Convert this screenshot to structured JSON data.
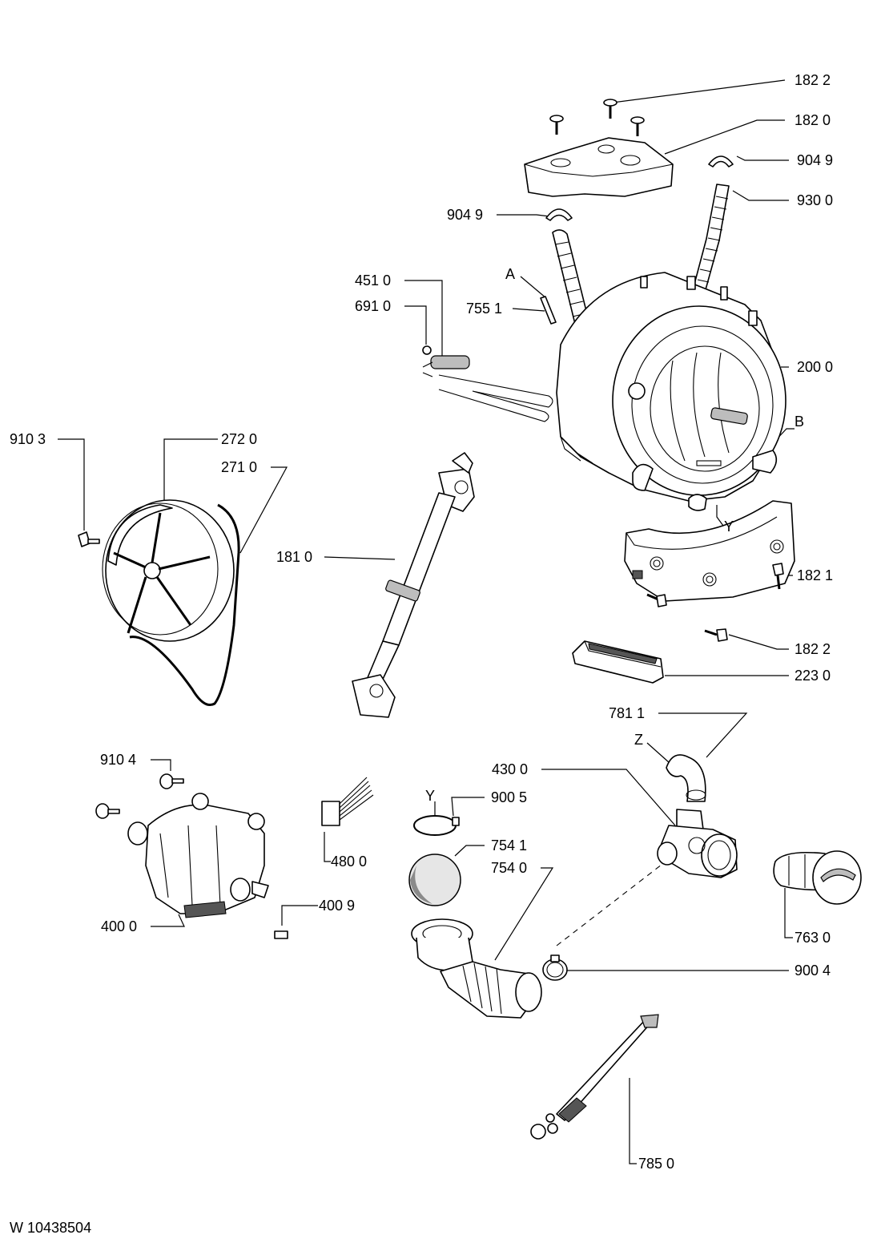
{
  "document": {
    "code": "W 10438504"
  },
  "callouts": [
    {
      "id": "c1822a",
      "label": "182 2"
    },
    {
      "id": "c1820",
      "label": "182 0"
    },
    {
      "id": "c9049a",
      "label": "904 9"
    },
    {
      "id": "c9300",
      "label": "930 0"
    },
    {
      "id": "c9049b",
      "label": "904 9"
    },
    {
      "id": "cA",
      "label": "A"
    },
    {
      "id": "c4510",
      "label": "451 0"
    },
    {
      "id": "c6910",
      "label": "691 0"
    },
    {
      "id": "c7551",
      "label": "755 1"
    },
    {
      "id": "c2000",
      "label": "200 0"
    },
    {
      "id": "cB",
      "label": "B"
    },
    {
      "id": "c9103",
      "label": "910 3"
    },
    {
      "id": "c2720",
      "label": "272 0"
    },
    {
      "id": "c2710",
      "label": "271 0"
    },
    {
      "id": "cY1",
      "label": "Y"
    },
    {
      "id": "c1810",
      "label": "181 0"
    },
    {
      "id": "c1821",
      "label": "182 1"
    },
    {
      "id": "c1822b",
      "label": "182 2"
    },
    {
      "id": "c2230",
      "label": "223 0"
    },
    {
      "id": "c7811",
      "label": "781 1"
    },
    {
      "id": "cZ",
      "label": "Z"
    },
    {
      "id": "c9104",
      "label": "910 4"
    },
    {
      "id": "c4300",
      "label": "430 0"
    },
    {
      "id": "cY2",
      "label": "Y"
    },
    {
      "id": "c9005",
      "label": "900 5"
    },
    {
      "id": "c7541",
      "label": "754 1"
    },
    {
      "id": "c7540",
      "label": "754 0"
    },
    {
      "id": "c4800",
      "label": "480 0"
    },
    {
      "id": "c4009",
      "label": "400 9"
    },
    {
      "id": "c4000",
      "label": "400 0"
    },
    {
      "id": "c7630",
      "label": "763 0"
    },
    {
      "id": "c9004",
      "label": "900 4"
    },
    {
      "id": "c7850",
      "label": "785 0"
    }
  ]
}
